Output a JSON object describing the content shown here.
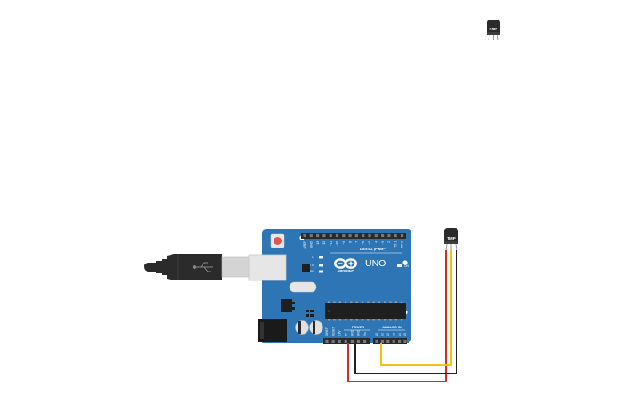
{
  "canvas": {
    "background": "#ffffff"
  },
  "sensor_top": {
    "label": "TMP",
    "body_color": "#2b2b2b"
  },
  "sensor_main": {
    "label": "TMP",
    "body_color": "#2b2b2b"
  },
  "arduino": {
    "board_color": "#2e75b6",
    "header_color": "#2a2a2a",
    "logo_text": "ARDUINO",
    "model_text": "UNO",
    "digital_label": "DIGITAL (PWM~)",
    "power_label": "POWER",
    "analog_label": "ANALOG IN",
    "on_label": "ON",
    "led_l": "L",
    "led_tx": "TX",
    "led_rx": "RX",
    "digital_pins": [
      "AREF",
      "GND",
      "13",
      "12",
      "~11",
      "~10",
      "~9",
      "8",
      "7",
      "~6",
      "~5",
      "4",
      "~3",
      "2",
      "TX 1",
      "RX 0"
    ],
    "power_pins": [
      "IOREF",
      "RESET",
      "3.3V",
      "5V",
      "GND",
      "GND",
      "Vin"
    ],
    "analog_pins": [
      "A0",
      "A1",
      "A2",
      "A3",
      "A4",
      "A5"
    ]
  },
  "wires": {
    "red": "#d62a2a",
    "black": "#222222",
    "yellow": "#f2c40f"
  },
  "usb_cable": {
    "color": "#2b2b2b"
  }
}
